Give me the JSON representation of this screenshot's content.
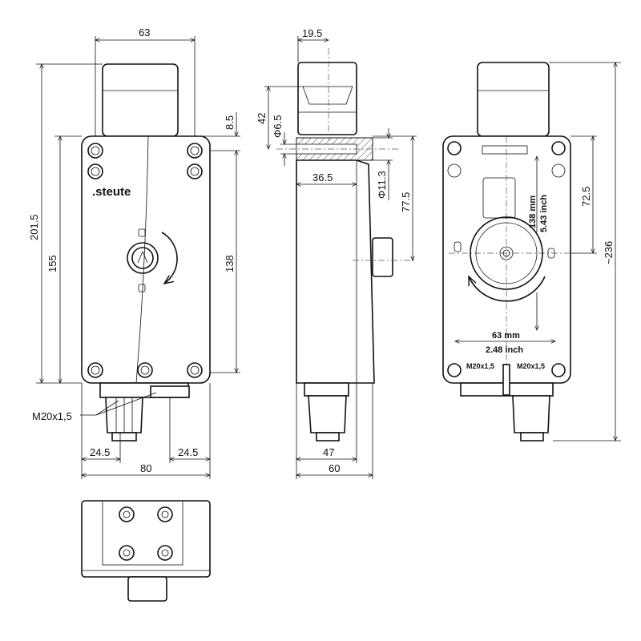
{
  "front_view": {
    "brand": ".steute",
    "dims": {
      "width_top": "63",
      "height_total": "201.5",
      "height_body": "155",
      "height_right": "138",
      "offset_top": "8.5",
      "gland_left": "24.5",
      "gland_right": "24.5",
      "width_total": "80",
      "thread": "M20x1,5"
    }
  },
  "side_view": {
    "dims": {
      "head_width": "19.5",
      "head_height": "42",
      "hole_dia": "Φ6.5",
      "depth_inner": "36.5",
      "bore_dia": "Φ11.3",
      "axis_height": "77.5",
      "depth_body": "47",
      "depth_total": "60"
    }
  },
  "back_view": {
    "dims": {
      "axis_from_top": "72.5",
      "height_total": "~236"
    },
    "labels": {
      "vertical_mm": "138 mm",
      "vertical_inch": "5.43 inch",
      "horizontal_mm": "63 mm",
      "horizontal_inch": "2.48 inch",
      "thread_left": "M20x1,5",
      "thread_right": "M20x1,5"
    }
  }
}
